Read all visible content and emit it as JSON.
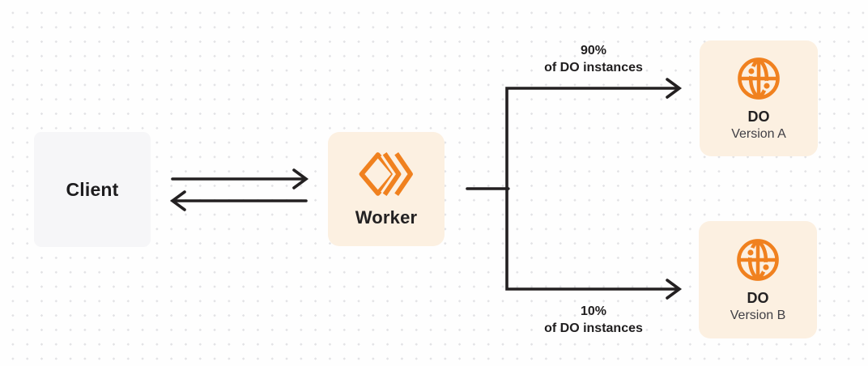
{
  "diagram": {
    "nodes": {
      "client": {
        "label": "Client"
      },
      "worker": {
        "label": "Worker",
        "icon": "workers-icon"
      },
      "do_version_a": {
        "title": "DO",
        "subtitle": "Version A",
        "icon": "globe-icon"
      },
      "do_version_b": {
        "title": "DO",
        "subtitle": "Version B",
        "icon": "globe-icon"
      }
    },
    "edges": {
      "client_worker": {
        "type": "bidirectional-arrows"
      },
      "top_branch": {
        "percent": "90%",
        "caption": "of DO instances"
      },
      "bottom_branch": {
        "percent": "10%",
        "caption": "of DO instances"
      }
    },
    "colors": {
      "accent_orange": "#f0811f",
      "node_cream": "#fcf0e1",
      "node_gray": "#f6f6f8",
      "line_dark": "#232021",
      "dot_grid": "#e2e2e5"
    }
  }
}
